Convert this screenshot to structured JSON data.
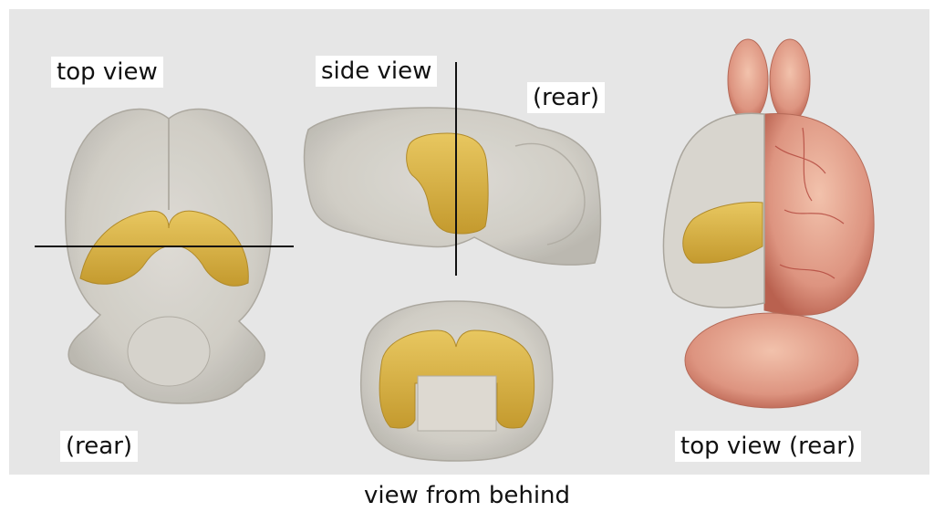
{
  "labels": {
    "top_view_left": "top view",
    "side_view": "side view",
    "rear_side": "(rear)",
    "rear_left": "(rear)",
    "top_view_rear_right": "top view (rear)",
    "view_from_behind": "view from behind"
  },
  "colors": {
    "background_panel": "#e6e6e6",
    "translucent_brain": "#d2cfc8",
    "highlight_region": "#d9b64a",
    "real_brain": "#d98c7a"
  }
}
